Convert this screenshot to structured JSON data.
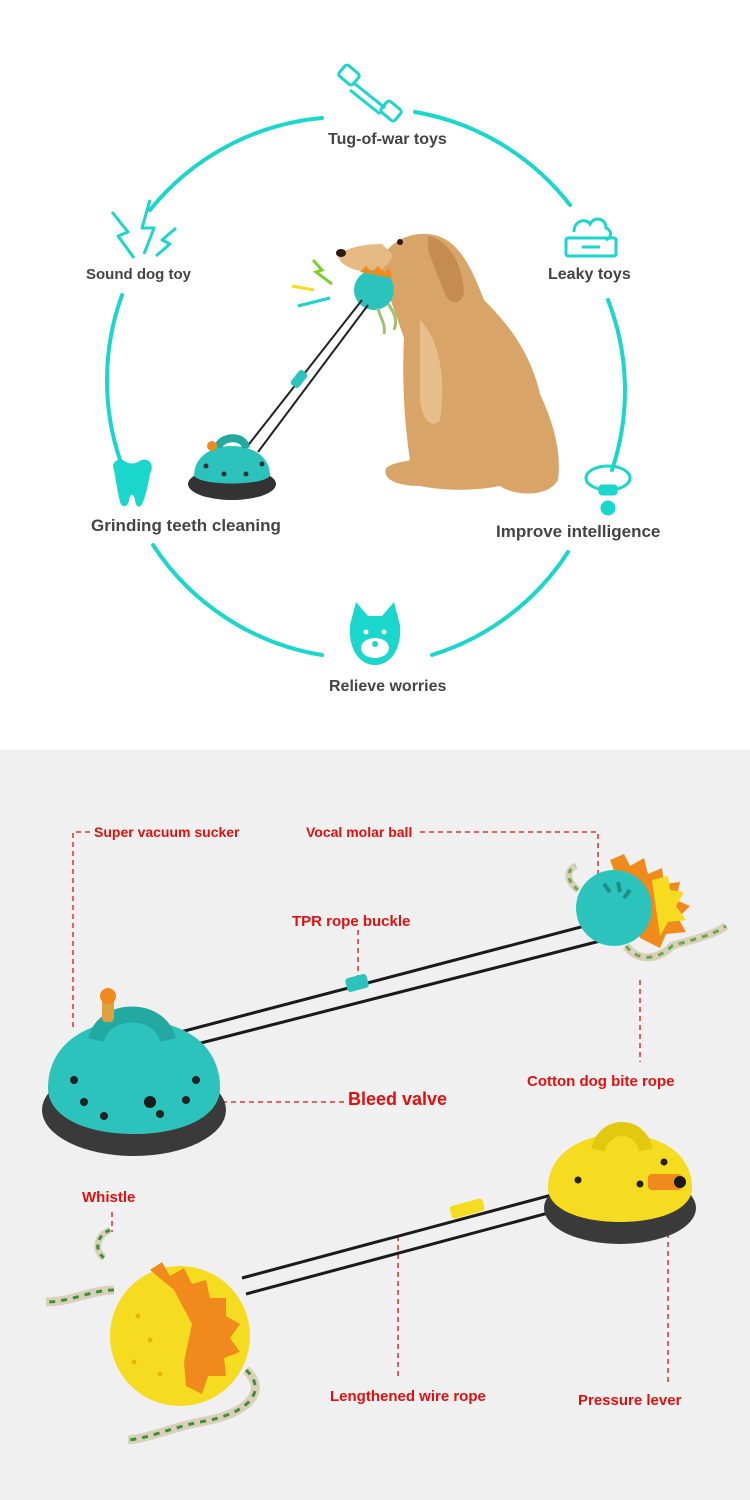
{
  "features": {
    "tug_of_war": "Tug-of-war toys",
    "sound_toy": "Sound dog toy",
    "leaky_toys": "Leaky toys",
    "grinding": "Grinding teeth cleaning",
    "intelligence": "Improve intelligence",
    "relieve": "Relieve worries"
  },
  "callouts": {
    "sucker": "Super vacuum sucker",
    "ball": "Vocal molar ball",
    "buckle": "TPR rope buckle",
    "cotton": "Cotton dog bite rope",
    "valve": "Bleed valve",
    "whistle": "Whistle",
    "wire": "Lengthened wire rope",
    "lever": "Pressure lever"
  },
  "colors": {
    "accent": "#1ad6cc",
    "teal_product": "#2cc3bd",
    "yellow_product": "#f5dc20",
    "orange": "#f08a1c",
    "callout_red": "#e01010",
    "dog": "#d9a468"
  }
}
